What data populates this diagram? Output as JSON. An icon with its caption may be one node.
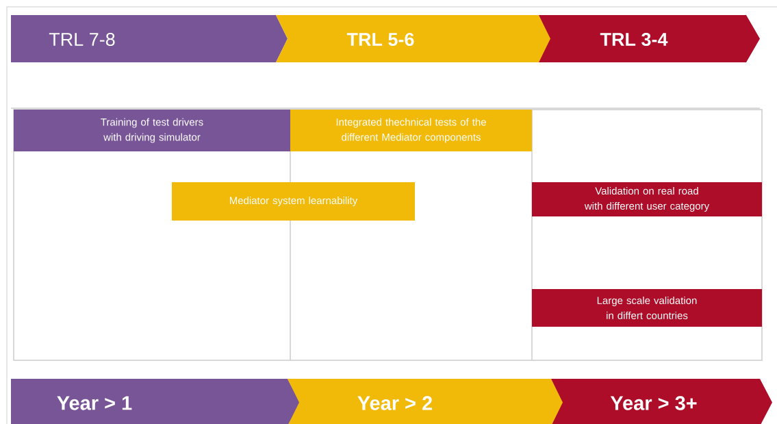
{
  "diagram": {
    "nodes": [
      {
        "text": [
          "TRL 7-8"
        ]
      },
      {
        "text": [
          "TRL 5-6"
        ]
      },
      {
        "text": [
          "TRL 3-4"
        ]
      },
      {
        "text": [
          "Training of test drivers with driving simulator"
        ]
      },
      {
        "text": [
          "Integrated thechnical tests of the different Mediator components"
        ]
      },
      {
        "text": [
          "Mediator system learnability"
        ]
      },
      {
        "text": [
          "Validation on real road with different user category"
        ]
      },
      {
        "text": [
          "Large scale validation in differt countries"
        ]
      },
      {
        "text": [
          "Year > 1"
        ]
      },
      {
        "text": [
          "Year > 2"
        ]
      },
      {
        "text": [
          "Year > 3+"
        ]
      }
    ]
  }
}
